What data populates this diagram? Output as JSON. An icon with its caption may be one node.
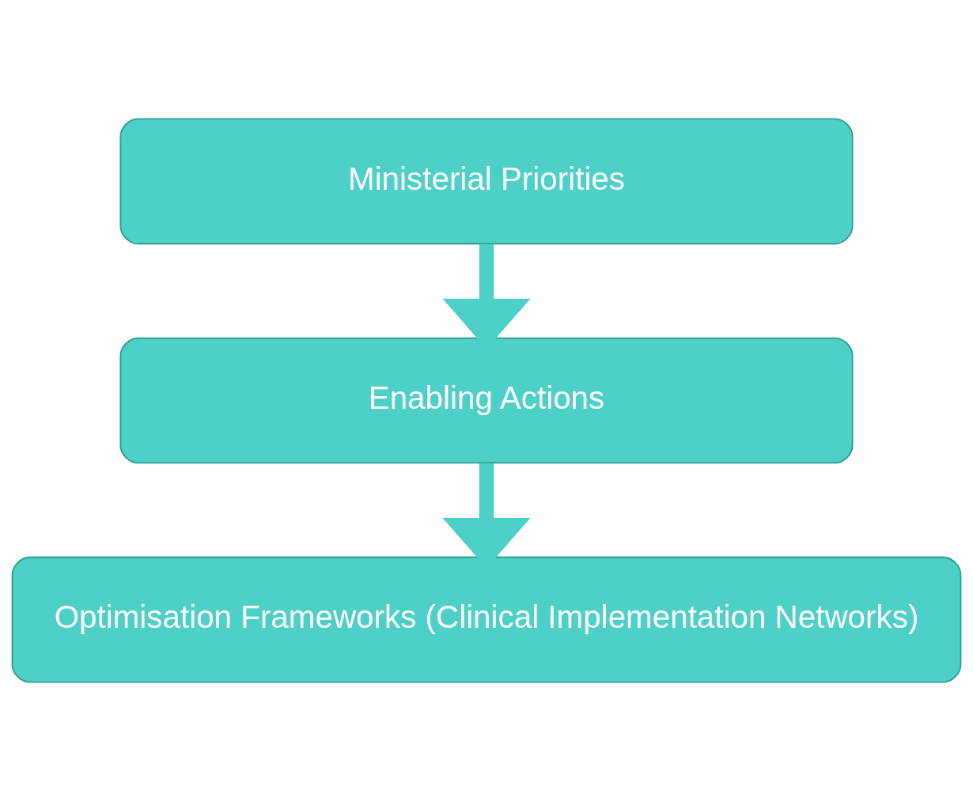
{
  "diagram": {
    "nodes": [
      {
        "text": [
          "Ministerial Priorities"
        ]
      },
      {
        "text": [
          "Enabling Actions"
        ]
      },
      {
        "text": [
          "Optimisation Frameworks (Clinical Implementation Networks)"
        ]
      }
    ],
    "edges": [
      {
        "from": 0,
        "to": 1,
        "arrow": "to"
      },
      {
        "from": 1,
        "to": 2,
        "arrow": "to"
      }
    ]
  }
}
